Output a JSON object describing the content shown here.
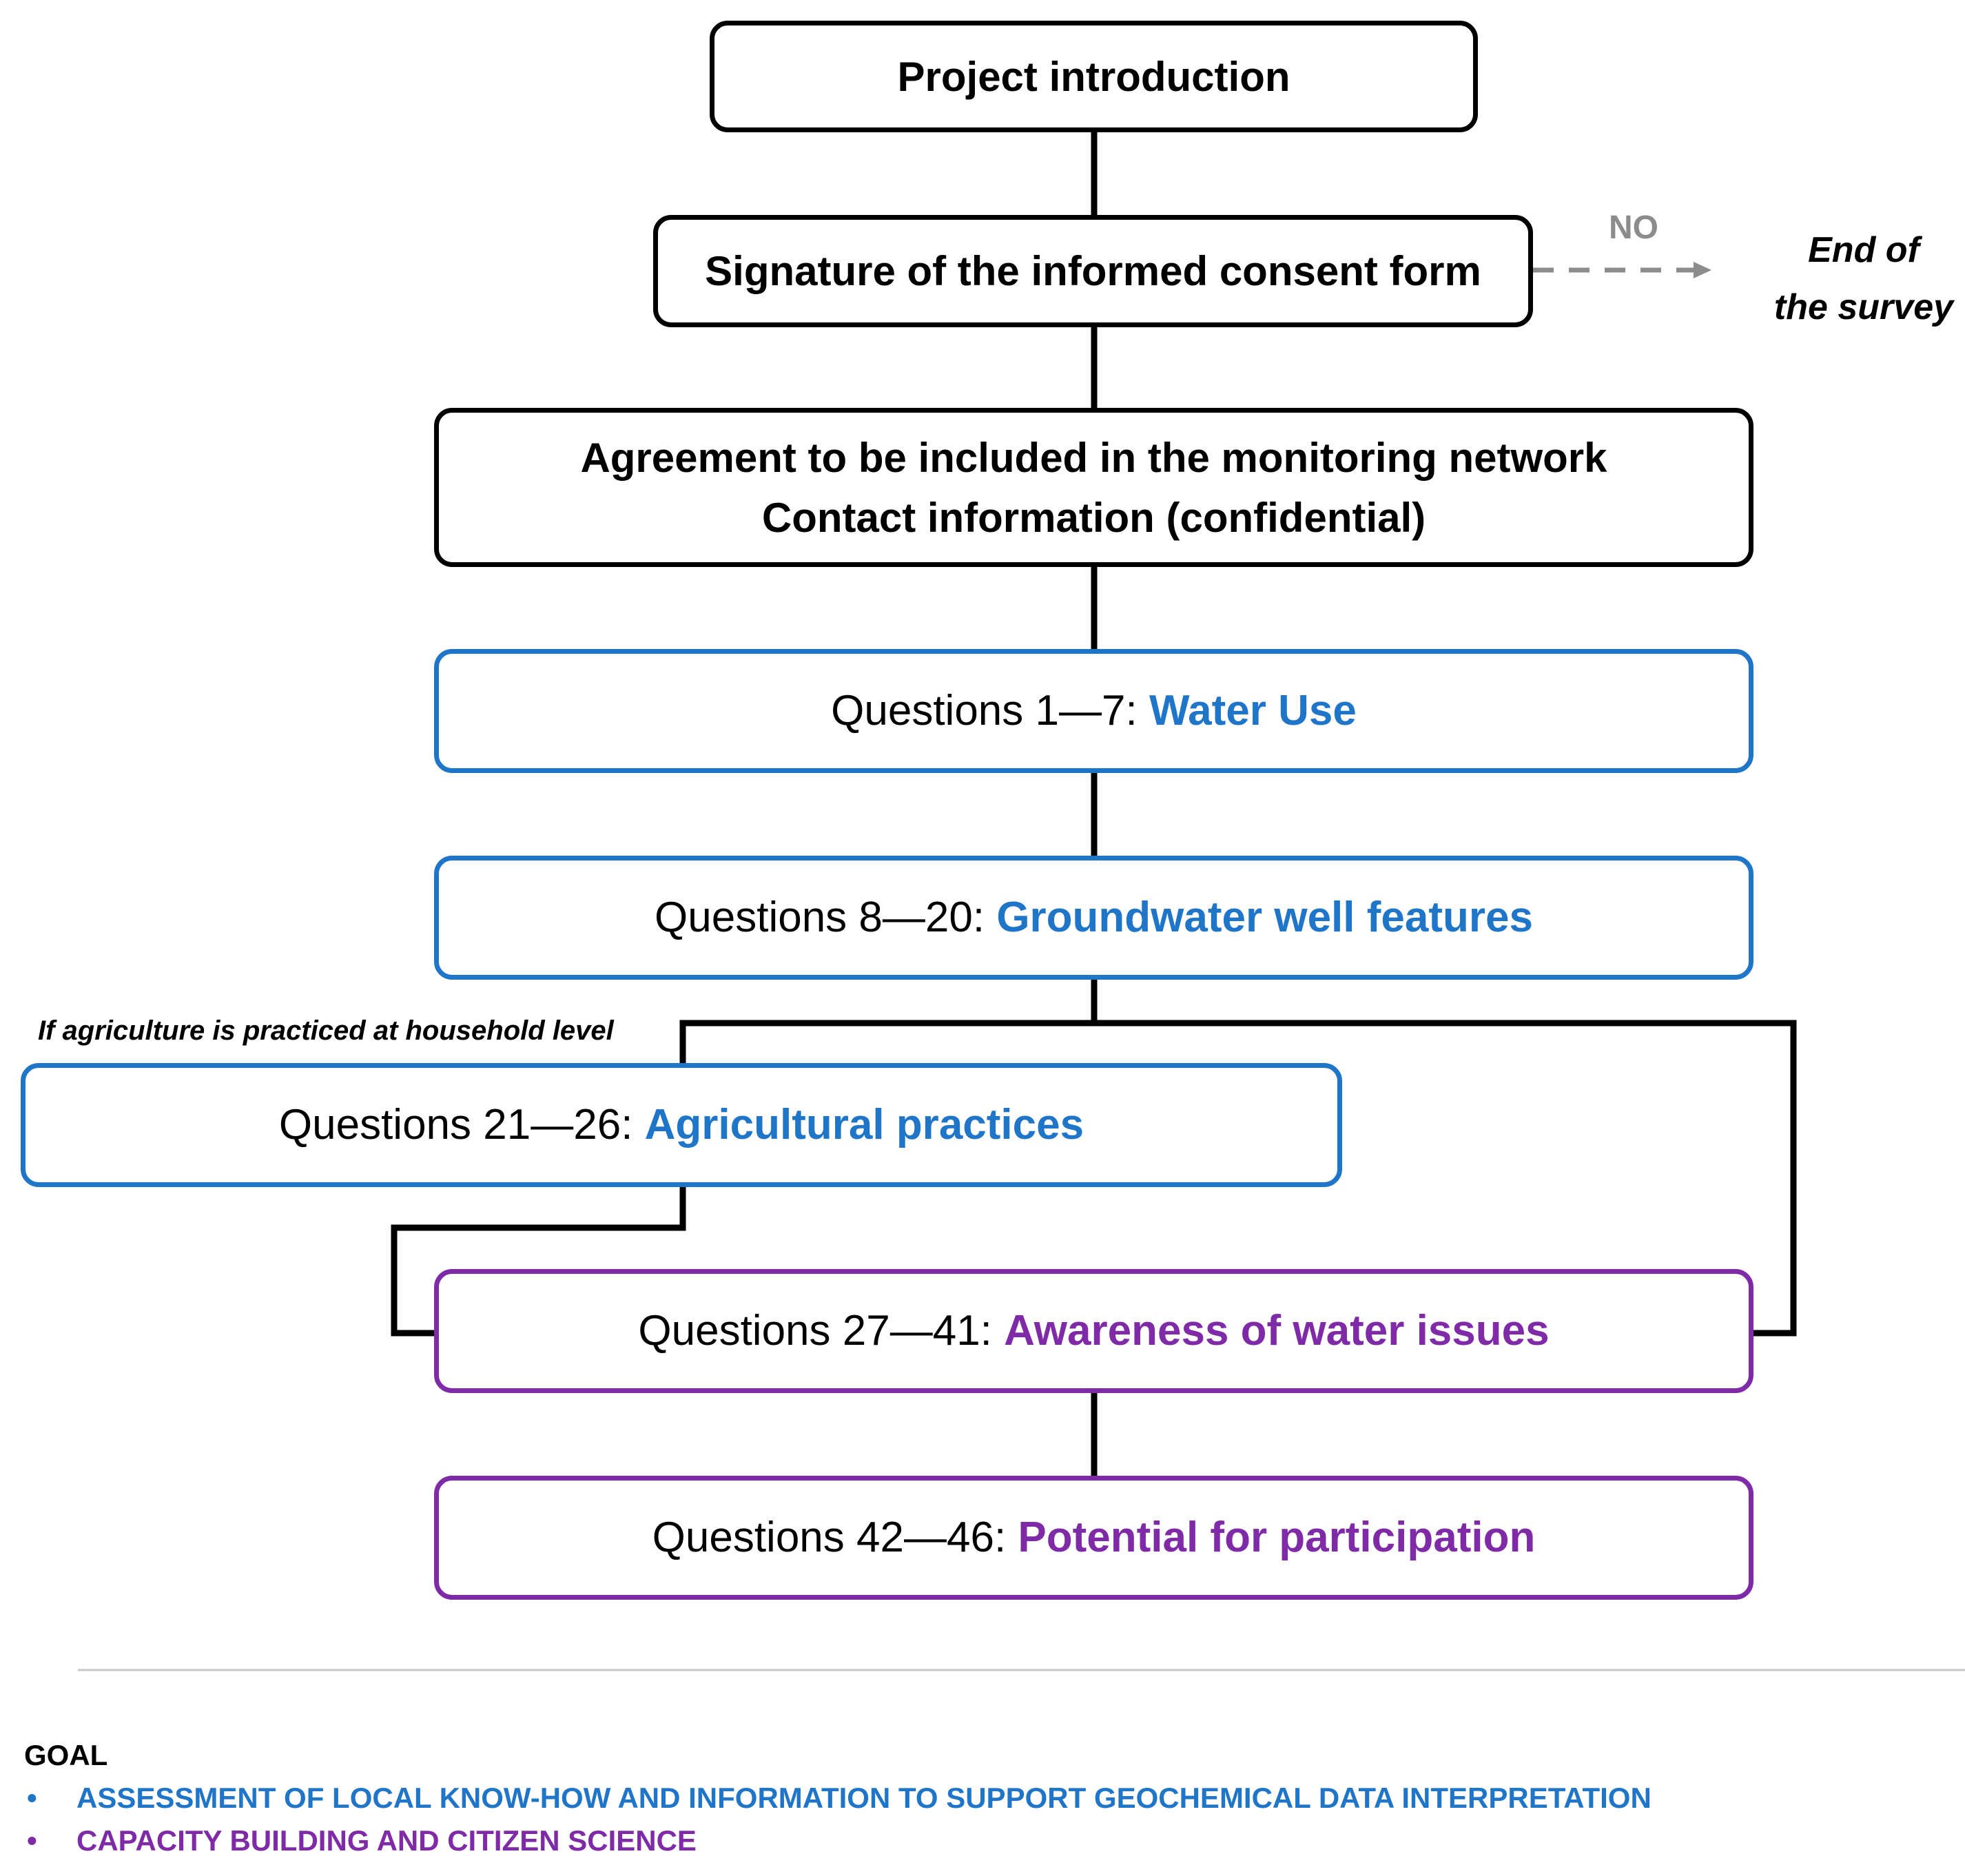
{
  "boxes": {
    "intro": "Project introduction",
    "consent": "Signature of the informed consent form",
    "agreement_line1": "Agreement to be included in the monitoring network",
    "agreement_line2": "Contact information (confidential)",
    "q1_prefix": "Questions 1—7: ",
    "q1_topic": "Water Use",
    "q2_prefix": "Questions 8—20: ",
    "q2_topic": "Groundwater well features",
    "q3_prefix": "Questions 21—26: ",
    "q3_topic": "Agricultural practices",
    "q4_prefix": "Questions 27—41: ",
    "q4_topic": "Awareness of water issues",
    "q5_prefix": "Questions 42—46: ",
    "q5_topic": "Potential for participation"
  },
  "branch": {
    "no_label": "NO",
    "end_line1": "End of",
    "end_line2": "the survey",
    "condition": "If agriculture is practiced at household level"
  },
  "goal": {
    "heading": "GOAL",
    "items": [
      {
        "bullet": "•",
        "text": "ASSESSMENT OF LOCAL KNOW-HOW AND INFORMATION TO SUPPORT GEOCHEMICAL DATA INTERPRETATION",
        "color": "#1f75c8"
      },
      {
        "bullet": "•",
        "text": "CAPACITY BUILDING AND CITIZEN SCIENCE",
        "color": "#7f2aa6"
      }
    ]
  },
  "colors": {
    "black_outline": "#000000",
    "blue_accent": "#1f75c8",
    "purple_accent": "#7f2aa6",
    "dashed_arrow": "#8c8c8c",
    "divider": "#c8c8c8"
  }
}
